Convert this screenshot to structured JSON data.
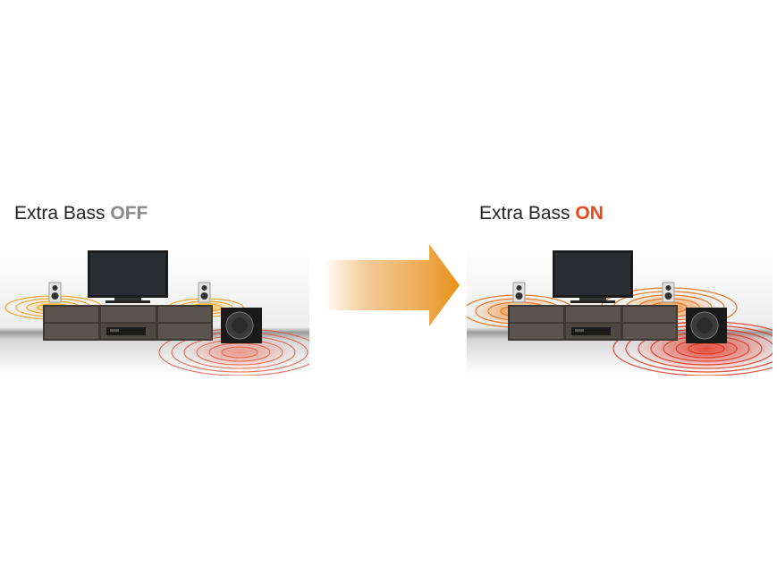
{
  "panels": {
    "off": {
      "label_prefix": "Extra Bass",
      "state": "OFF",
      "state_color": "#8a8a8a",
      "bass_waves_level": "low"
    },
    "on": {
      "label_prefix": "Extra Bass",
      "state": "ON",
      "state_color": "#e8491d",
      "bass_waves_level": "high"
    }
  },
  "colors": {
    "arrow": "#e9961e",
    "wave_speaker": "#f0a020",
    "wave_subwoofer": "#e8402a"
  },
  "icons": [
    "tv-icon",
    "speaker-icon",
    "subwoofer-icon",
    "tv-cabinet-icon",
    "av-receiver-icon",
    "transition-arrow-icon"
  ]
}
